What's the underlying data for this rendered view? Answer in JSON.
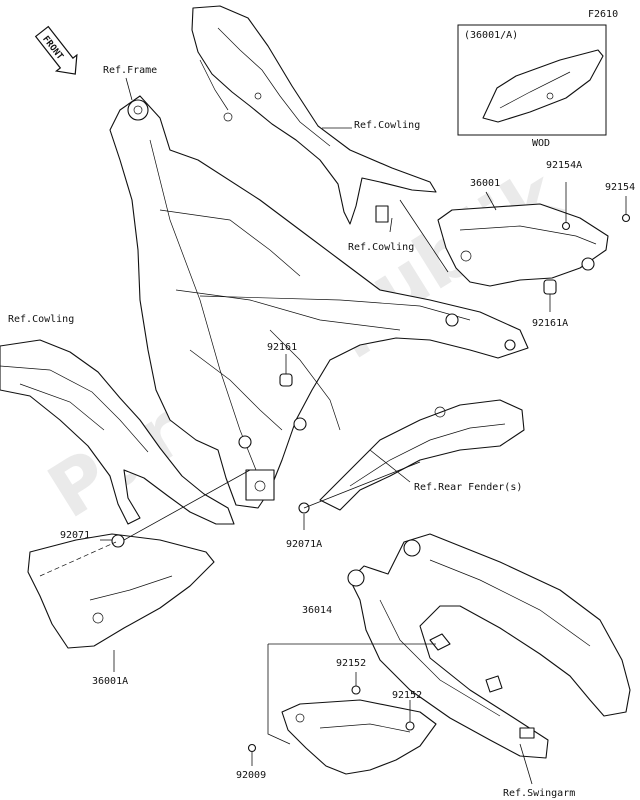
{
  "figure_code": "F2610",
  "front_label": "FRONT",
  "inset": {
    "title": "(36001/A)",
    "caption": "WOD"
  },
  "watermark": "PartsRepublik",
  "labels": {
    "ref_frame": "Ref.Frame",
    "ref_cowling_top": "Ref.Cowling",
    "ref_cowling_mid": "Ref.Cowling",
    "ref_cowling_left": "Ref.Cowling",
    "ref_rear_fender": "Ref.Rear Fender(s)",
    "ref_swingarm": "Ref.Swingarm",
    "p36001": "36001",
    "p92154A": "92154A",
    "p92154": "92154",
    "p92161A": "92161A",
    "p92161": "92161",
    "p92071": "92071",
    "p92071A": "92071A",
    "p36001A": "36001A",
    "p36014": "36014",
    "p92152a": "92152",
    "p92152b": "92152",
    "p92009": "92009"
  }
}
